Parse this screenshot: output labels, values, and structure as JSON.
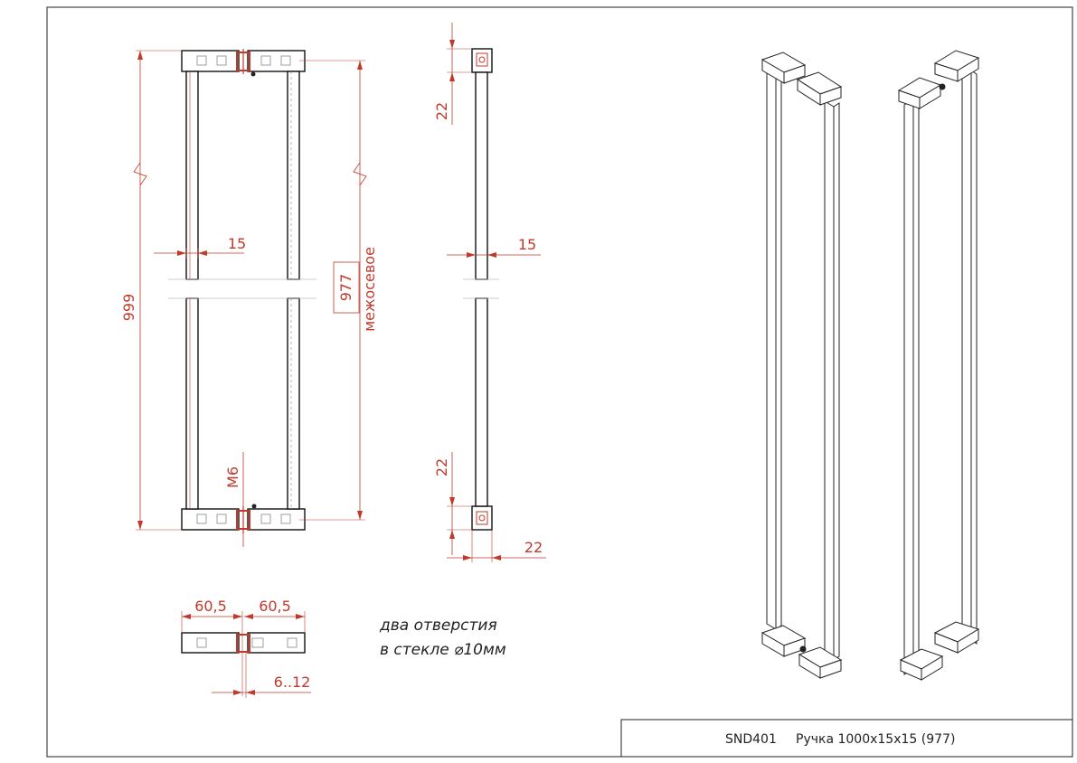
{
  "dimensions": {
    "overall_length": "999",
    "center_distance": "977",
    "center_distance_note": "межосевое",
    "tube_width_front": "15",
    "tube_width_side": "15",
    "head_top": "22",
    "head_bottom": "22",
    "head_width": "22",
    "thread": "M6",
    "half_length_left": "60,5",
    "half_length_right": "60,5",
    "glass_thickness": "6..12"
  },
  "notes": {
    "line1": "два отверстия",
    "line2": "в стекле ⌀10мм"
  },
  "title_block": {
    "code": "SND401",
    "description": "Ручка 1000x15x15 (977)"
  },
  "colors": {
    "dimension": "#c0392b",
    "outline": "#111111",
    "background": "#ffffff"
  }
}
